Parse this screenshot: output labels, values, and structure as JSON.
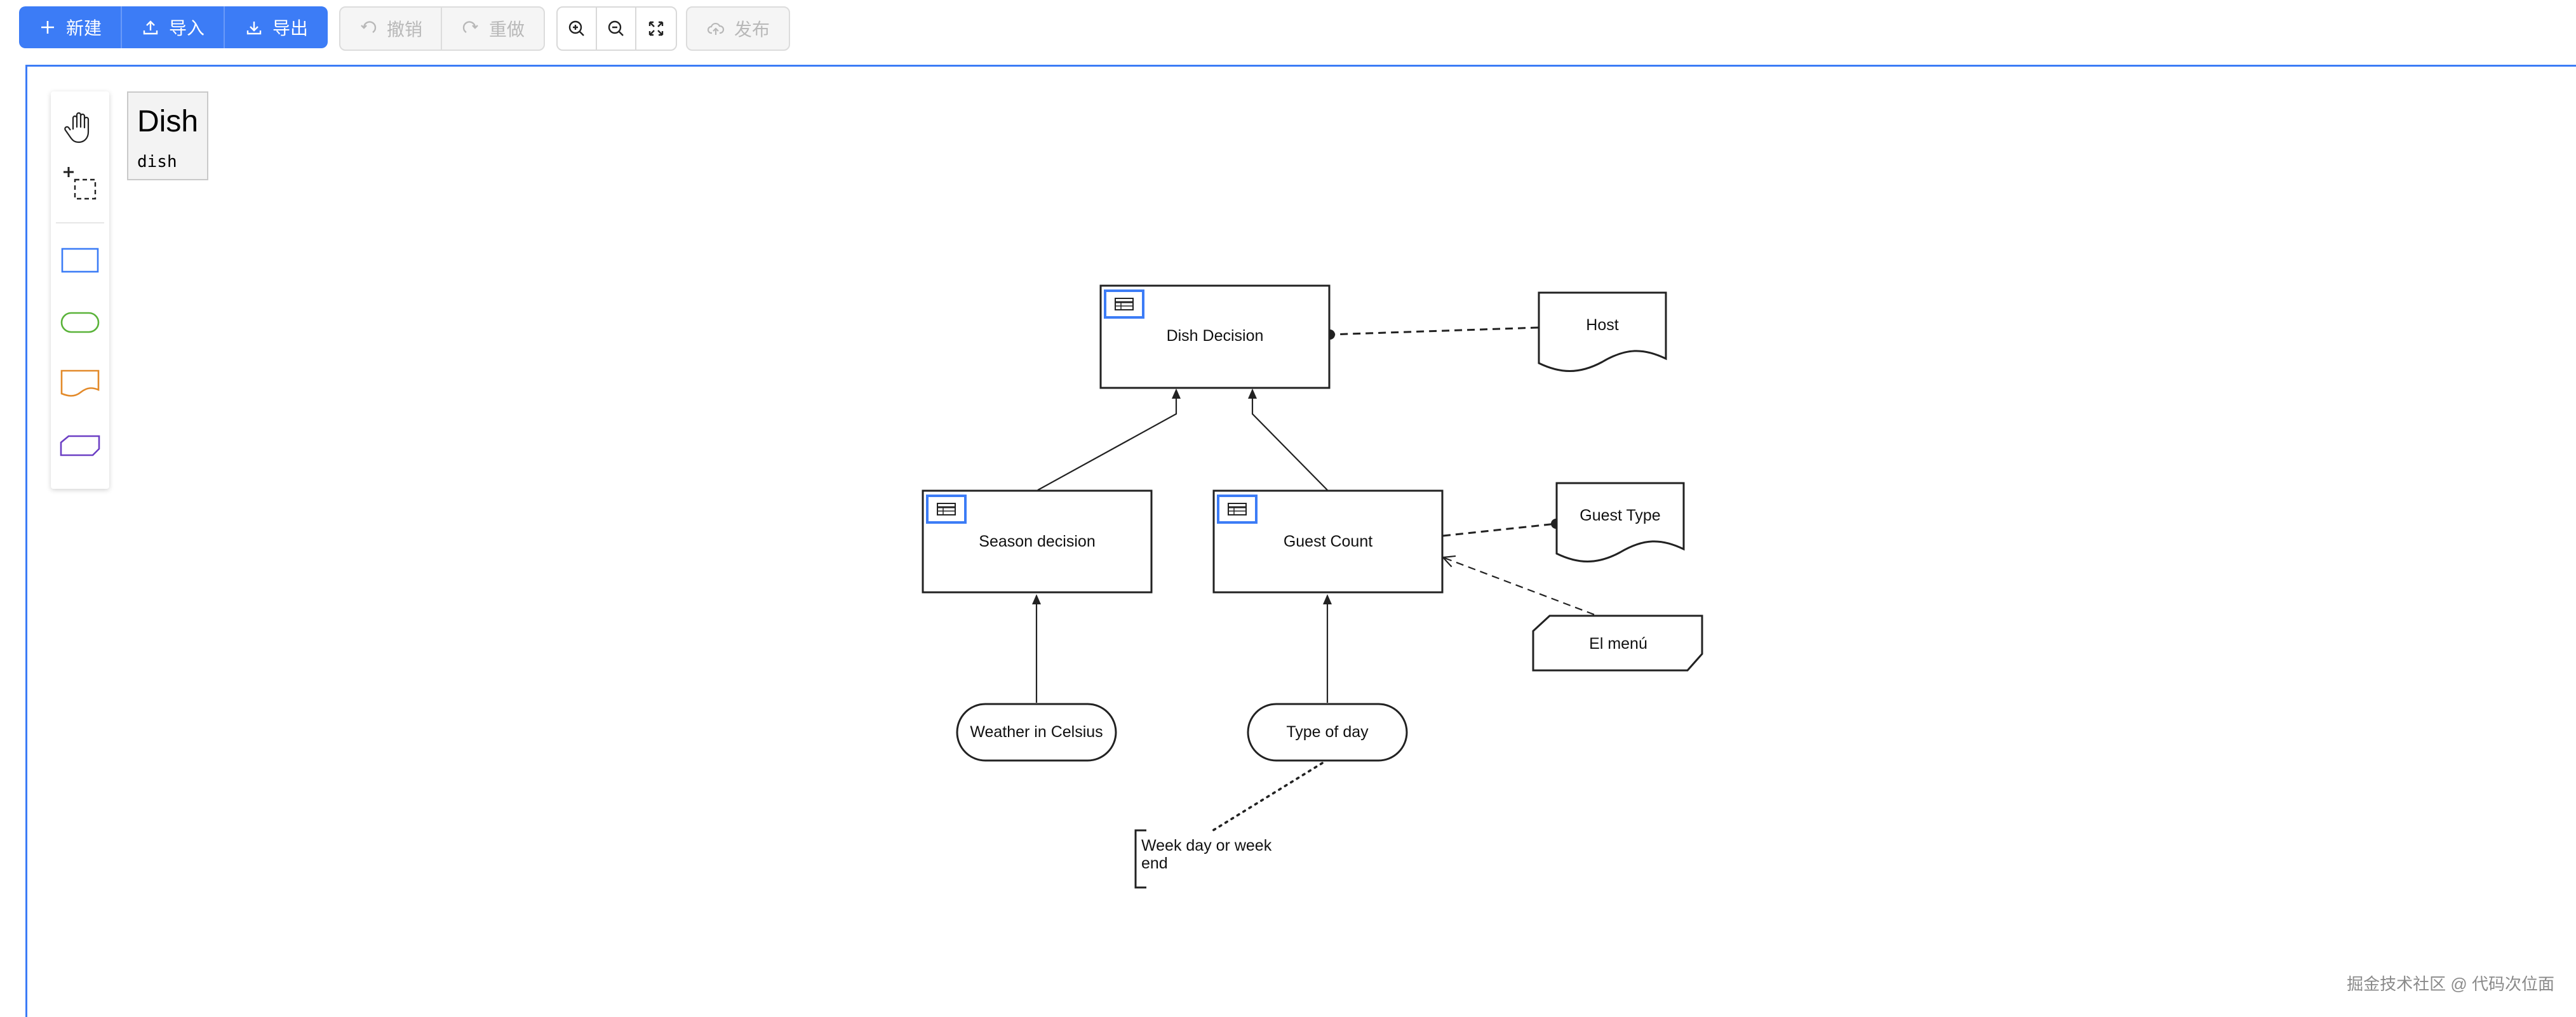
{
  "toolbar": {
    "new_label": "新建",
    "import_label": "导入",
    "export_label": "导出",
    "undo_label": "撤销",
    "redo_label": "重做",
    "publish_label": "发布",
    "accent_color": "#3c7cf6",
    "icons": [
      "plus-icon",
      "upload-icon",
      "download-icon",
      "undo-icon",
      "redo-icon",
      "zoom-in-icon",
      "zoom-out-icon",
      "fit-screen-icon",
      "cloud-upload-icon"
    ]
  },
  "palette": {
    "tools": [
      "hand-tool-icon",
      "lasso-select-icon",
      "decision-shape",
      "input-data-shape",
      "knowledge-source-shape",
      "business-knowledge-shape"
    ],
    "colors": {
      "decision": "#3c7cf6",
      "input_data": "#5ab33a",
      "knowledge_source": "#e38a2a",
      "business_knowledge": "#6c3fc4"
    }
  },
  "definition": {
    "name": "Dish",
    "id": "dish"
  },
  "nodes": {
    "dish_decision": "Dish Decision",
    "season_decision": "Season decision",
    "guest_count": "Guest Count",
    "host": "Host",
    "guest_type": "Guest Type",
    "el_menu": "El menú",
    "weather": "Weather in Celsius",
    "type_of_day": "Type of day",
    "annotation_line1": "Week day or week",
    "annotation_line2": "end"
  },
  "watermark": "掘金技术社区 @ 代码次位面"
}
